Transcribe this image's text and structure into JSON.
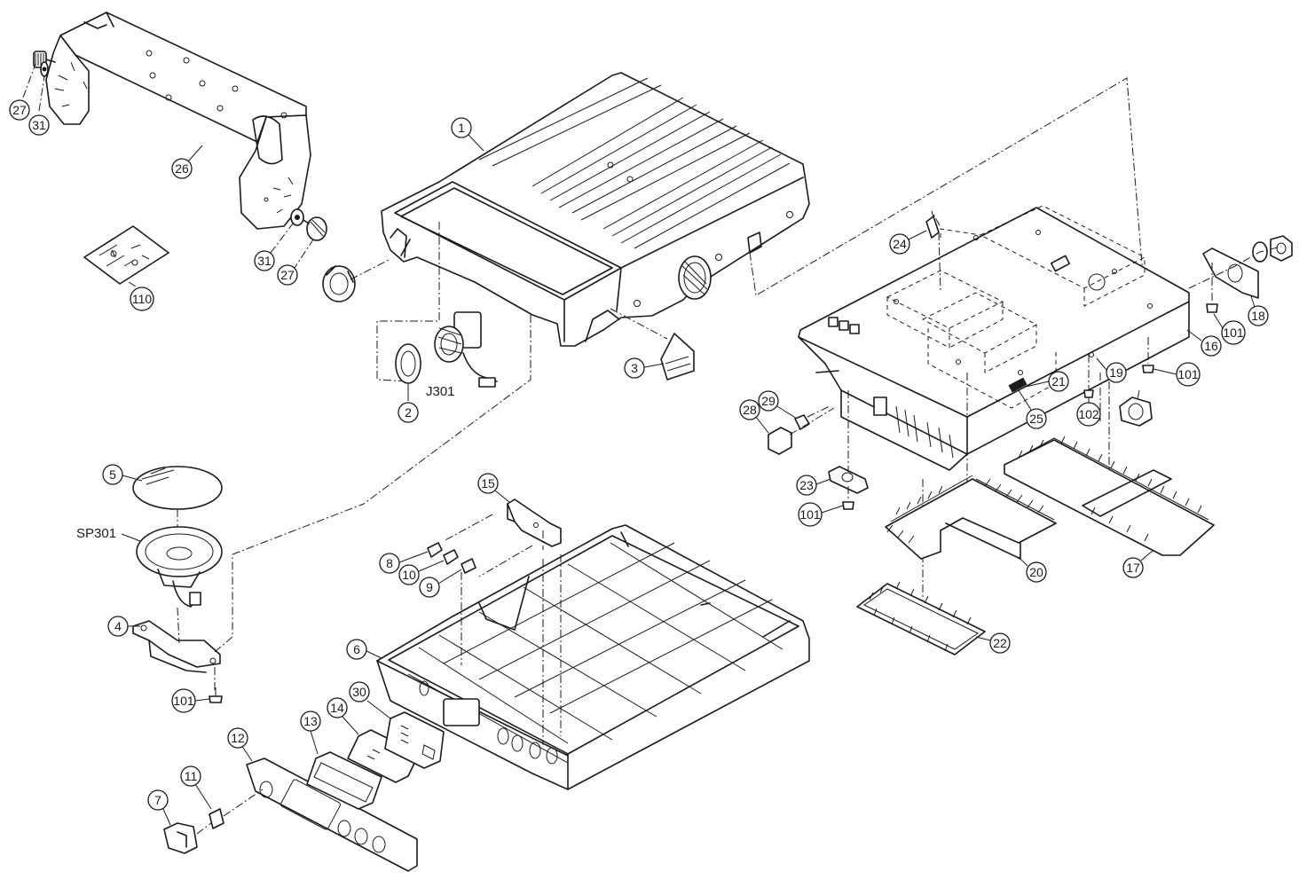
{
  "callouts": [
    "1",
    "2",
    "3",
    "4",
    "5",
    "6",
    "7",
    "8",
    "9",
    "10",
    "11",
    "12",
    "13",
    "14",
    "15",
    "16",
    "17",
    "18",
    "19",
    "20",
    "21",
    "22",
    "23",
    "24",
    "25",
    "26",
    "27",
    "28",
    "29",
    "30",
    "31",
    "101",
    "102",
    "110"
  ],
  "labels": {
    "jack": "J301",
    "speaker": "SP301"
  }
}
